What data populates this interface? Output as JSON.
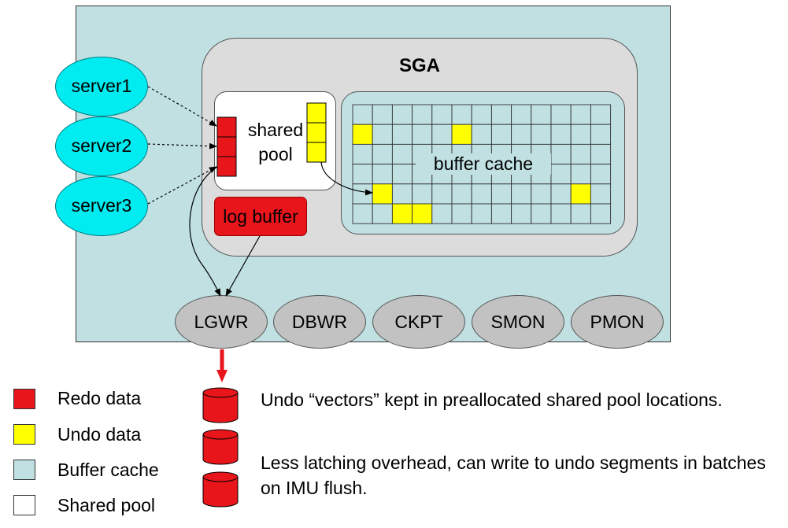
{
  "sga": {
    "title": "SGA"
  },
  "shared_pool": {
    "label": "shared pool"
  },
  "buffer_cache": {
    "label": "buffer cache"
  },
  "log_buffer": {
    "label": "log buffer"
  },
  "servers": [
    "server1",
    "server2",
    "server3"
  ],
  "background_processes": [
    "LGWR",
    "DBWR",
    "CKPT",
    "SMON",
    "PMON"
  ],
  "legend": [
    {
      "label": "Redo data",
      "color": "#e8161b"
    },
    {
      "label": "Undo data",
      "color": "#ffff00"
    },
    {
      "label": "Buffer cache",
      "color": "#c0e0e2"
    },
    {
      "label": "Shared pool",
      "color": "#ffffff"
    }
  ],
  "notes": [
    "Undo “vectors” kept in preallocated shared pool locations.",
    "Less latching overhead, can write to undo segments in batches on IMU flush."
  ],
  "colors": {
    "redo": "#e8161b",
    "undo": "#ffff00",
    "buffer_cache": "#c0e0e2",
    "shared_pool": "#ffffff",
    "server": "#00ecf0",
    "process": "#c2c2c2"
  }
}
